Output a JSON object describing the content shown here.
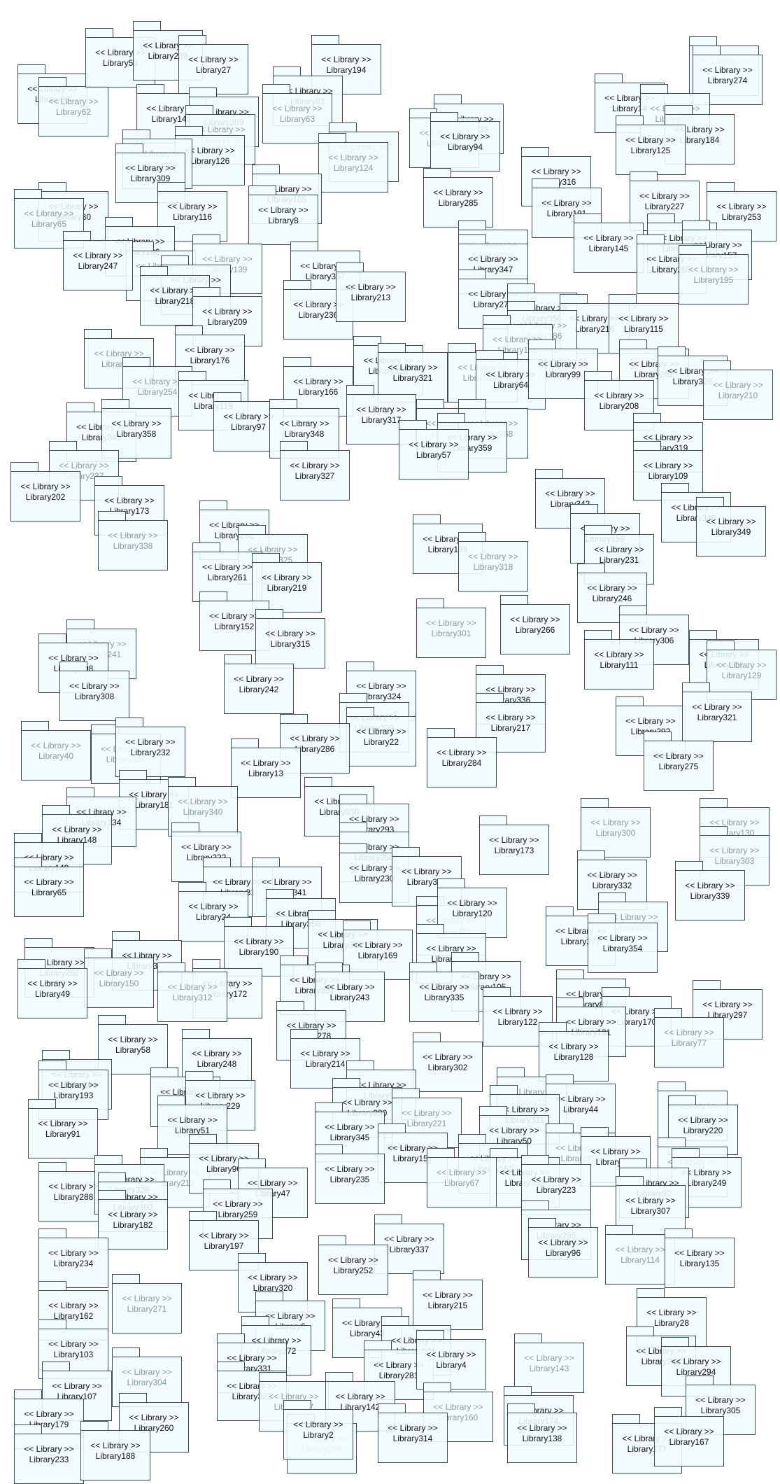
{
  "diagram": {
    "stereotype": "<< Library >>",
    "packages": [
      "Library93",
      "Library62",
      "Library53",
      "Library239",
      "Library27",
      "Library194",
      "Library81",
      "Library63",
      "Library89",
      "Library274",
      "Library141",
      "Library269",
      "Library175",
      "Library126",
      "Library244",
      "Library309",
      "Library192",
      "Library124",
      "Library333",
      "Library45",
      "Library94",
      "Library14",
      "Library270",
      "Library184",
      "Library125",
      "Library80",
      "Library65",
      "Library116",
      "Library165",
      "Library8",
      "Library285",
      "Library316",
      "Library191",
      "Library227",
      "Library253",
      "Library296",
      "Library267",
      "Library247",
      "Library139",
      "Library74",
      "Library218",
      "Library357",
      "Library236",
      "Library213",
      "Library198",
      "Library347",
      "Library145",
      "Library344",
      "Library157",
      "Library265",
      "Library195",
      "Library209",
      "Library276",
      "Library350",
      "Library216",
      "Library115",
      "Library186",
      "Library155",
      "Library56",
      "Library176",
      "Library254",
      "Library258",
      "Library321",
      "Library323",
      "Library64",
      "Library99",
      "Library262",
      "Library328",
      "Library210",
      "Library208",
      "Library119",
      "Library97",
      "Library166",
      "Library317",
      "Library343",
      "Library358",
      "Library348",
      "Library188",
      "Library268",
      "Library359",
      "Library57",
      "Library319",
      "Library237",
      "Library109",
      "Library202",
      "Library173",
      "Library327",
      "Library342",
      "Library346",
      "Library349",
      "Library338",
      "Library283",
      "Library325",
      "Library261",
      "Library219",
      "Library199",
      "Library318",
      "Library159",
      "Library231",
      "Library246",
      "Library241",
      "Library298",
      "Library152",
      "Library315",
      "Library301",
      "Library266",
      "Library306",
      "Library111",
      "Library185",
      "Library129",
      "Library242",
      "Library308",
      "Library324",
      "Library336",
      "Library217",
      "Library292",
      "Library321",
      "Library287",
      "Library232",
      "Library329",
      "Library22",
      "Library286",
      "Library40",
      "Library13",
      "Library284",
      "Library275",
      "Library181",
      "Library340",
      "Library330",
      "Library293",
      "Library134",
      "Library148",
      "Library222",
      "Library300",
      "Library260",
      "Library173",
      "Library130",
      "Library303",
      "Library149",
      "Library65",
      "Library31",
      "Library341",
      "Library230",
      "Library310",
      "Library332",
      "Library339",
      "Library24",
      "Library356",
      "Library361",
      "Library120",
      "Library201",
      "Library277",
      "Library354",
      "Library190",
      "Library362",
      "Library169",
      "Library334",
      "Library282",
      "Library353",
      "Library150",
      "Library49",
      "Library172",
      "Library312",
      "Library351",
      "Library243",
      "Library105",
      "Library335",
      "Library122",
      "Library87",
      "Library170",
      "Library297",
      "Library131",
      "Library77",
      "Library278",
      "Library214",
      "Library58",
      "Library248",
      "Library302",
      "Library128",
      "Library95",
      "Library264",
      "Library193",
      "Library224",
      "Library229",
      "Library299",
      "Library44",
      "Library226",
      "Library220",
      "Library51",
      "Library290",
      "Library221",
      "Library311",
      "Library50",
      "Library355",
      "Library279",
      "Library91",
      "Library345",
      "Library151",
      "Library212",
      "Library90",
      "Library161",
      "Library352",
      "Library240",
      "Library249",
      "Library288",
      "Library326",
      "Library360",
      "Library182",
      "Library47",
      "Library235",
      "Library67",
      "Library223",
      "Library92",
      "Library307",
      "Library259",
      "Library197",
      "Library295",
      "Library96",
      "Library114",
      "Library135",
      "Library234",
      "Library337",
      "Library320",
      "Library252",
      "Library215",
      "Library162",
      "Library271",
      "Library6",
      "Library43",
      "Library28",
      "Library103",
      "Library272",
      "Library331",
      "Library101",
      "Library281",
      "Library4",
      "Library143",
      "Library291",
      "Library294",
      "Library304",
      "Library107",
      "Library322",
      "Library357",
      "Library142",
      "Library305",
      "Library260",
      "Library179",
      "Library160",
      "Library174",
      "Library233",
      "Library188",
      "Library204",
      "Library314",
      "Library138",
      "Library177",
      "Library167",
      "Library2"
    ]
  }
}
